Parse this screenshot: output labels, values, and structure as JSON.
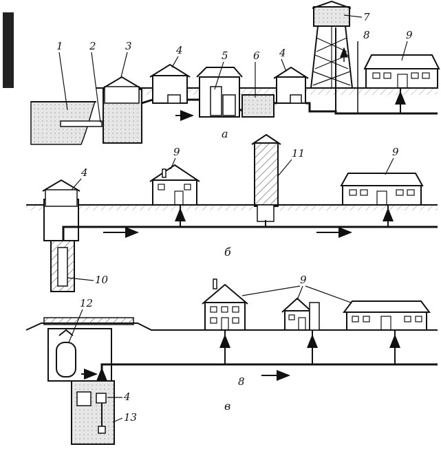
{
  "panels": [
    {
      "id": "a",
      "caption": "а",
      "labels": [
        "1",
        "2",
        "3",
        "4",
        "5",
        "6",
        "4",
        "7",
        "8",
        "9"
      ]
    },
    {
      "id": "b",
      "caption": "б",
      "labels": [
        "4",
        "10",
        "9",
        "11",
        "9"
      ]
    },
    {
      "id": "c",
      "caption": "в",
      "labels": [
        "12",
        "4",
        "13",
        "9",
        "8"
      ]
    }
  ],
  "colors": {
    "ink": "#111111",
    "background": "#ffffff",
    "water": "#d9d9d9"
  }
}
